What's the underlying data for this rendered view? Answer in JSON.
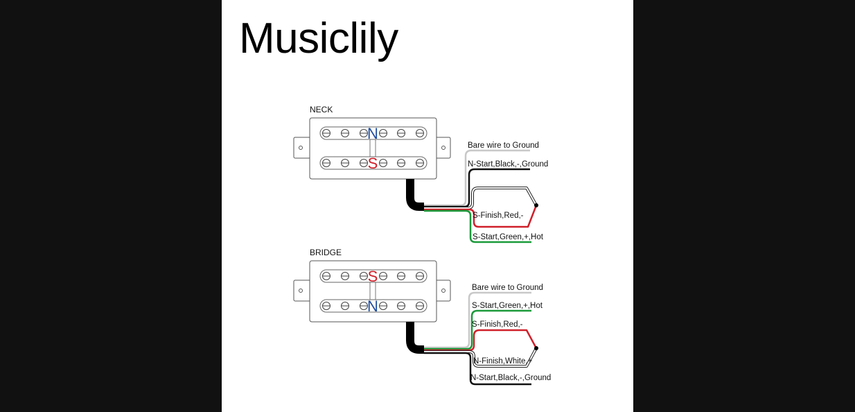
{
  "brand": "Musiclily",
  "colors": {
    "north": "#1f4ea0",
    "south": "#d0202a",
    "bare": "#c8c8c8",
    "black": "#111111",
    "red": "#d0202a",
    "green": "#1a9a3a",
    "white": "#ffffff"
  },
  "pickups": [
    {
      "name": "NECK",
      "top_pole": "N",
      "bottom_pole": "S",
      "wires": [
        {
          "label": "Bare wire to Ground",
          "color": "bare"
        },
        {
          "label": "N-Start,Black,-,Ground",
          "color": "black"
        },
        {
          "label": "",
          "color": "white"
        },
        {
          "label": "S-Finish,Red,-",
          "color": "red"
        },
        {
          "label": "S-Start,Green,+,Hot",
          "color": "green"
        }
      ]
    },
    {
      "name": "BRIDGE",
      "top_pole": "S",
      "bottom_pole": "N",
      "wires": [
        {
          "label": "Bare wire to Ground",
          "color": "bare"
        },
        {
          "label": "S-Start,Green,+,Hot",
          "color": "green"
        },
        {
          "label": "S-Finish,Red,-",
          "color": "red"
        },
        {
          "label": "N-Finish,White,+",
          "color": "white"
        },
        {
          "label": "N-Start,Black,-,Ground",
          "color": "black"
        }
      ]
    }
  ]
}
